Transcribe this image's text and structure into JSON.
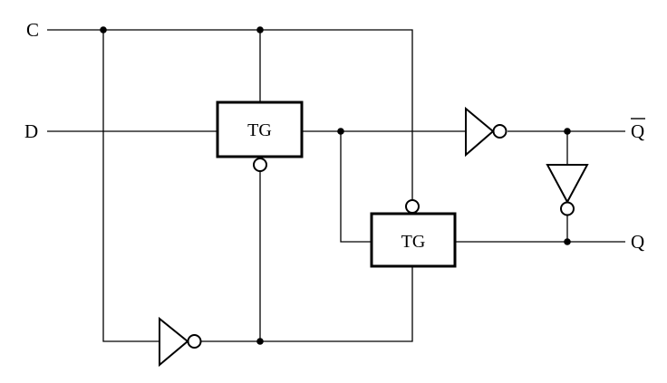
{
  "signals": {
    "clock": "C",
    "data": "D",
    "q_bar": "Q",
    "q": "Q"
  },
  "gates": {
    "tg_input": "TG",
    "tg_feedback": "TG"
  }
}
